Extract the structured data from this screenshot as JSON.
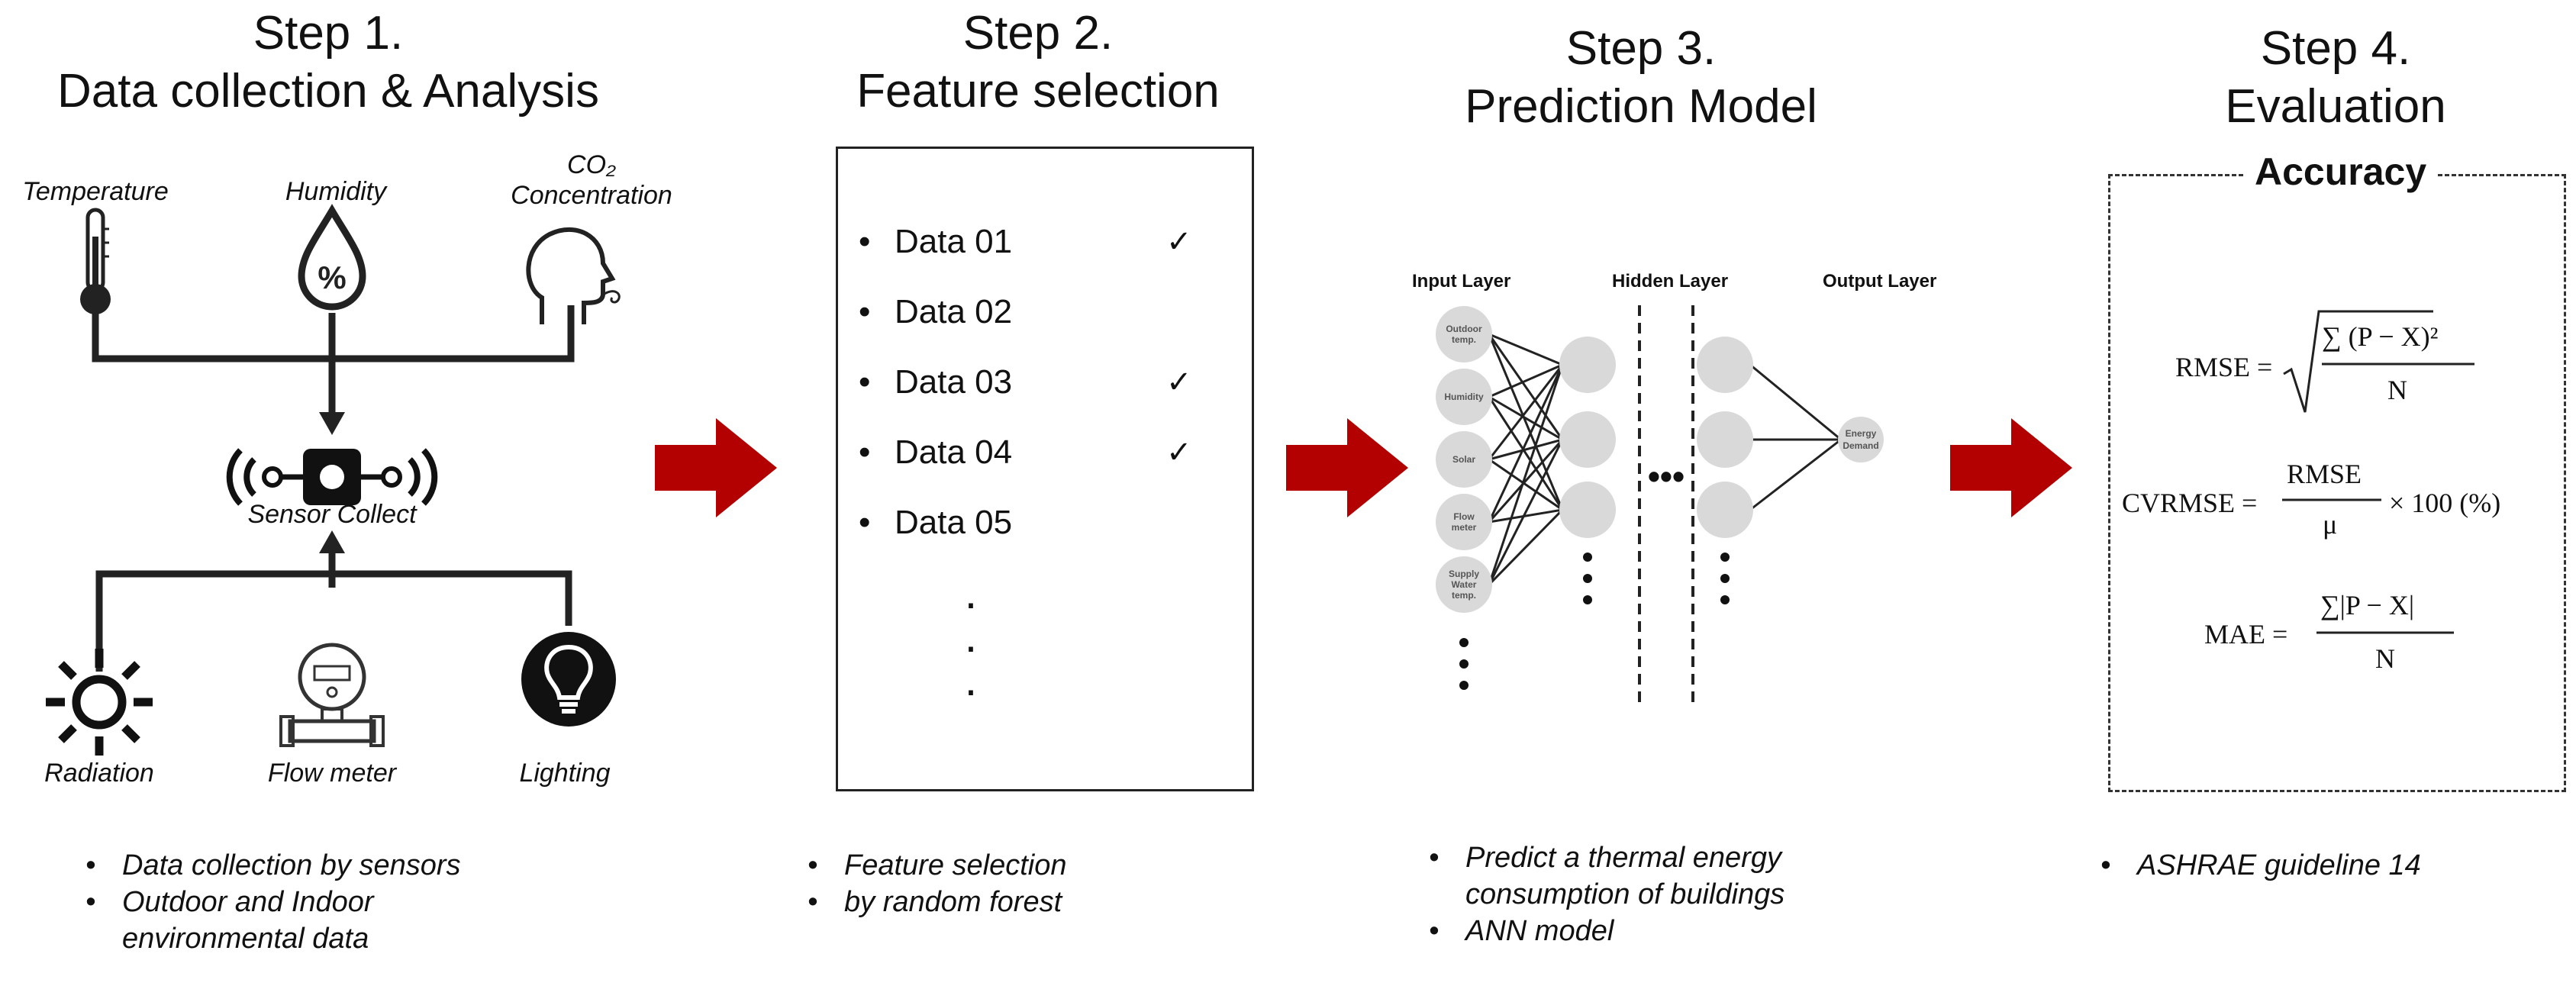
{
  "steps": [
    {
      "title_line1": "Step 1.",
      "title_line2": "Data collection & Analysis"
    },
    {
      "title_line1": "Step 2.",
      "title_line2": "Feature selection"
    },
    {
      "title_line1": "Step 3.",
      "title_line2": "Prediction Model"
    },
    {
      "title_line1": "Step 4.",
      "title_line2": "Evaluation"
    }
  ],
  "step1": {
    "sensors_top": [
      "Temperature",
      "Humidity",
      "CO₂",
      "Concentration"
    ],
    "hub_label": "Sensor Collect",
    "sensors_bottom": [
      "Radiation",
      "Flow meter",
      "Lighting"
    ],
    "humidity_symbol": "%",
    "bullets": [
      "Data collection by sensors",
      "Outdoor and Indoor",
      "environmental data"
    ]
  },
  "step2": {
    "items": [
      "Data 01",
      "Data 02",
      "Data 03",
      "Data 04",
      "Data 05"
    ],
    "checked": [
      true,
      false,
      true,
      true,
      false
    ],
    "check_glyph": "✓",
    "bullet_glyph": "•",
    "ellipsis_dot": "·",
    "bullets": [
      "Feature selection",
      "by random forest"
    ]
  },
  "step3": {
    "layers": [
      "Input Layer",
      "Hidden Layer",
      "Output Layer"
    ],
    "input_nodes": [
      [
        "Outdoor",
        "temp."
      ],
      [
        "Humidity"
      ],
      [
        "Solar"
      ],
      [
        "Flow",
        "meter"
      ],
      [
        "Supply",
        "Water",
        "temp."
      ]
    ],
    "output_node": [
      "Energy",
      "Demand"
    ],
    "hidden_dots": "•••",
    "bullets": [
      "Predict a thermal energy",
      "consumption of buildings",
      "ANN model"
    ]
  },
  "step4": {
    "accuracy": "Accuracy",
    "rmse_lhs": "RMSE =",
    "rmse_num": "∑ (P − X)²",
    "rmse_den": "N",
    "cvrmse_lhs": "CVRMSE =",
    "cvrmse_num": "RMSE",
    "cvrmse_den": "μ",
    "cvrmse_tail": "× 100 (%)",
    "mae_lhs": "MAE =",
    "mae_num": "∑|P − X|",
    "mae_den": "N",
    "bullets": [
      "ASHRAE guideline 14"
    ]
  },
  "colors": {
    "arrow": "#b30000",
    "node": "#d9d9d9",
    "line": "#222222"
  }
}
